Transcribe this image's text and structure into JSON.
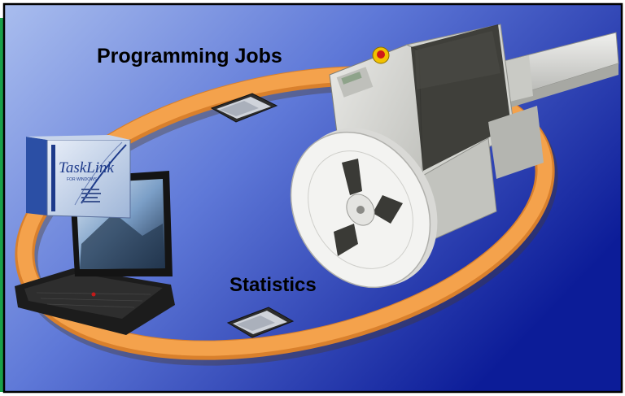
{
  "labels": {
    "programming_jobs": "Programming Jobs",
    "statistics": "Statistics"
  },
  "software_box": {
    "logo": "TaskLink",
    "sub": "FOR WINDOWS"
  },
  "icons": [
    "memory-card-icon",
    "laptop-icon",
    "software-box-icon",
    "programmer-machine-icon",
    "tape-reel-icon",
    "emergency-stop-icon"
  ],
  "colors": {
    "background_light": "#9fb3e6",
    "background_dark": "#0d1e9a",
    "loop": "#f4a24c",
    "loop_edge": "#d9802c",
    "frame": "#000000",
    "left_strip": "#1aa14a"
  }
}
